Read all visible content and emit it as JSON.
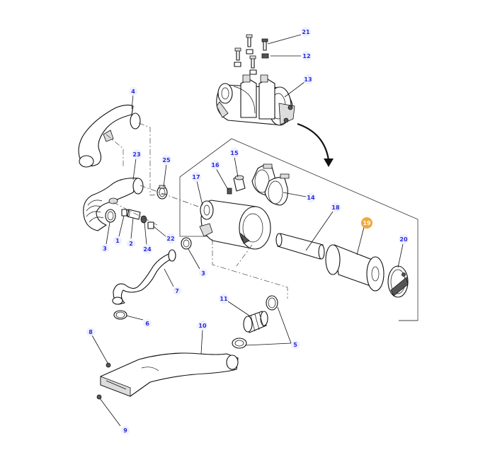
{
  "diagram": {
    "callouts": [
      {
        "id": "c21",
        "label": "21",
        "highlight": false
      },
      {
        "id": "c12",
        "label": "12",
        "highlight": false
      },
      {
        "id": "c13",
        "label": "13",
        "highlight": false
      },
      {
        "id": "c4",
        "label": "4",
        "highlight": false
      },
      {
        "id": "c23",
        "label": "23",
        "highlight": false
      },
      {
        "id": "c25",
        "label": "25",
        "highlight": false
      },
      {
        "id": "c15",
        "label": "15",
        "highlight": false
      },
      {
        "id": "c16",
        "label": "16",
        "highlight": false
      },
      {
        "id": "c17",
        "label": "17",
        "highlight": false
      },
      {
        "id": "c14",
        "label": "14",
        "highlight": false
      },
      {
        "id": "c18",
        "label": "18",
        "highlight": false
      },
      {
        "id": "c19",
        "label": "19",
        "highlight": true
      },
      {
        "id": "c20",
        "label": "20",
        "highlight": false
      },
      {
        "id": "c1",
        "label": "1",
        "highlight": false
      },
      {
        "id": "c2",
        "label": "2",
        "highlight": false
      },
      {
        "id": "c24",
        "label": "24",
        "highlight": false
      },
      {
        "id": "c22",
        "label": "22",
        "highlight": false
      },
      {
        "id": "c3a",
        "label": "3",
        "highlight": false
      },
      {
        "id": "c3b",
        "label": "3",
        "highlight": false
      },
      {
        "id": "c7",
        "label": "7",
        "highlight": false
      },
      {
        "id": "c6",
        "label": "6",
        "highlight": false
      },
      {
        "id": "c11",
        "label": "11",
        "highlight": false
      },
      {
        "id": "c10",
        "label": "10",
        "highlight": false
      },
      {
        "id": "c5",
        "label": "5",
        "highlight": false
      },
      {
        "id": "c8",
        "label": "8",
        "highlight": false
      },
      {
        "id": "c9",
        "label": "9",
        "highlight": false
      }
    ],
    "highlight_color": "#f0a83c",
    "label_color": "#2b2bd6"
  }
}
